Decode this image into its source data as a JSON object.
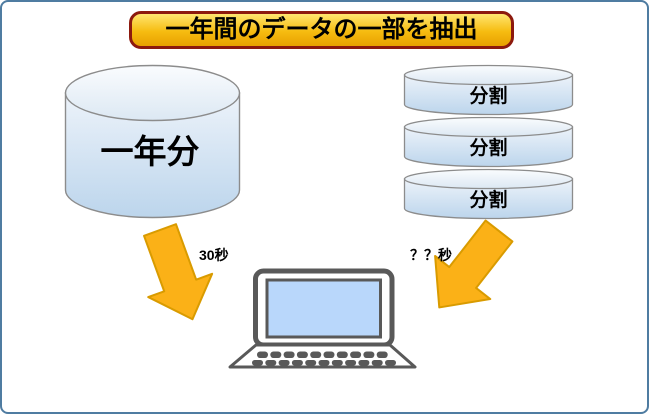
{
  "frame": {
    "border_color": "#4F7CA1",
    "background_color": "#FFFFFF"
  },
  "title_banner": {
    "text": "一年間のデータの一部を抽出",
    "text_color": "#000000",
    "border_color": "#8C190E",
    "gradient_top": "#FFE570",
    "gradient_bottom": "#E8A000"
  },
  "left_database": {
    "label": "一年分",
    "fill_top": "#E8F0F8",
    "fill_bottom": "#BCD5EC",
    "stroke": "#8C8C8C"
  },
  "split_databases": {
    "labels": [
      "分割",
      "分割",
      "分割"
    ]
  },
  "arrows": {
    "fill": "#FBB117",
    "stroke": "#D99B00",
    "left_label": "30秒",
    "right_label": "？？秒"
  },
  "laptop": {
    "outline": "#595959",
    "screen_fill": "#B9D7FB"
  }
}
